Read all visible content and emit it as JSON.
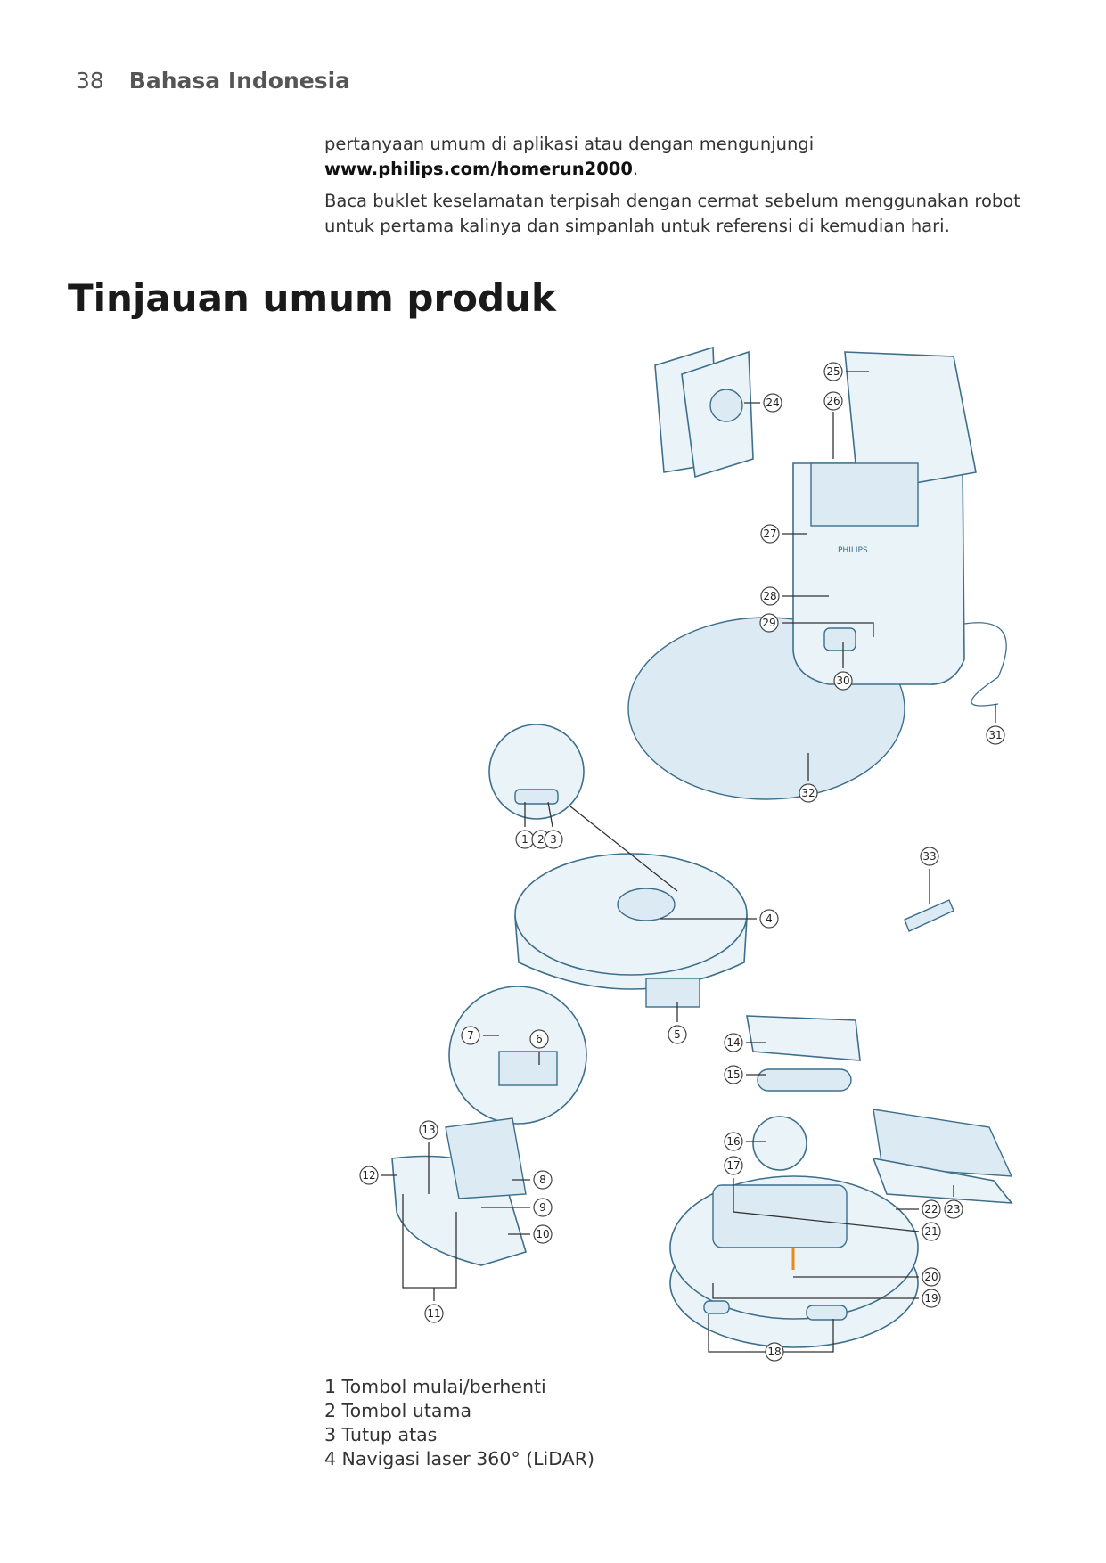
{
  "header": {
    "page_number": "38",
    "language": "Bahasa Indonesia"
  },
  "intro": {
    "line1": "pertanyaan umum di aplikasi atau dengan mengunjungi",
    "url": "www.philips.com/homerun2000",
    "url_suffix": ".",
    "paragraph2": "Baca buklet keselamatan terpisah dengan cermat sebelum menggunakan robot untuk pertama kalinya dan simpanlah untuk referensi di kemudian hari."
  },
  "section_title": "Tinjauan umum produk",
  "diagram": {
    "brand_label": "PHILIPS",
    "callouts": [
      "1",
      "2",
      "3",
      "4",
      "5",
      "6",
      "7",
      "8",
      "9",
      "10",
      "11",
      "12",
      "13",
      "14",
      "15",
      "16",
      "17",
      "18",
      "19",
      "20",
      "21",
      "22",
      "23",
      "24",
      "25",
      "26",
      "27",
      "28",
      "29",
      "30",
      "31",
      "32",
      "33"
    ]
  },
  "legend": [
    "1 Tombol mulai/berhenti",
    "2 Tombol utama",
    "3 Tutup atas",
    "4 Navigasi laser 360° (LiDAR)"
  ]
}
